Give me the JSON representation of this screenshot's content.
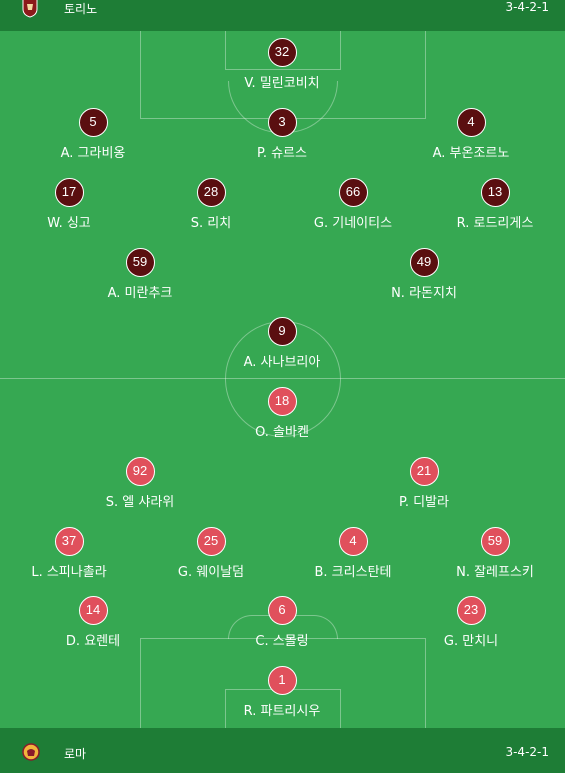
{
  "home": {
    "name": "토리노",
    "formation": "3-4-2-1",
    "crest_icon": "torino-crest-icon",
    "badge_color": "#5a0f10",
    "players": [
      {
        "number": "32",
        "name": "V. 밀린코비치"
      },
      {
        "number": "5",
        "name": "A. 그라비옹"
      },
      {
        "number": "3",
        "name": "P. 슈르스"
      },
      {
        "number": "4",
        "name": "A. 부온조르노"
      },
      {
        "number": "17",
        "name": "W. 싱고"
      },
      {
        "number": "28",
        "name": "S. 리치"
      },
      {
        "number": "66",
        "name": "G. 기네이티스"
      },
      {
        "number": "13",
        "name": "R. 로드리게스"
      },
      {
        "number": "59",
        "name": "A. 미란추크"
      },
      {
        "number": "49",
        "name": "N. 라돈지치"
      },
      {
        "number": "9",
        "name": "A. 사나브리아"
      }
    ]
  },
  "away": {
    "name": "로마",
    "formation": "3-4-2-1",
    "crest_icon": "roma-crest-icon",
    "badge_color": "#e0505c",
    "players": [
      {
        "number": "18",
        "name": "O. 솔바켄"
      },
      {
        "number": "92",
        "name": "S. 엘 샤라위"
      },
      {
        "number": "21",
        "name": "P. 디발라"
      },
      {
        "number": "37",
        "name": "L. 스피나촐라"
      },
      {
        "number": "25",
        "name": "G. 웨이날덤"
      },
      {
        "number": "4",
        "name": "B. 크리스탄테"
      },
      {
        "number": "59",
        "name": "N. 잘레프스키"
      },
      {
        "number": "14",
        "name": "D. 요렌테"
      },
      {
        "number": "6",
        "name": "C. 스몰링"
      },
      {
        "number": "23",
        "name": "G. 만치니"
      },
      {
        "number": "1",
        "name": "R. 파트리시우"
      }
    ]
  }
}
